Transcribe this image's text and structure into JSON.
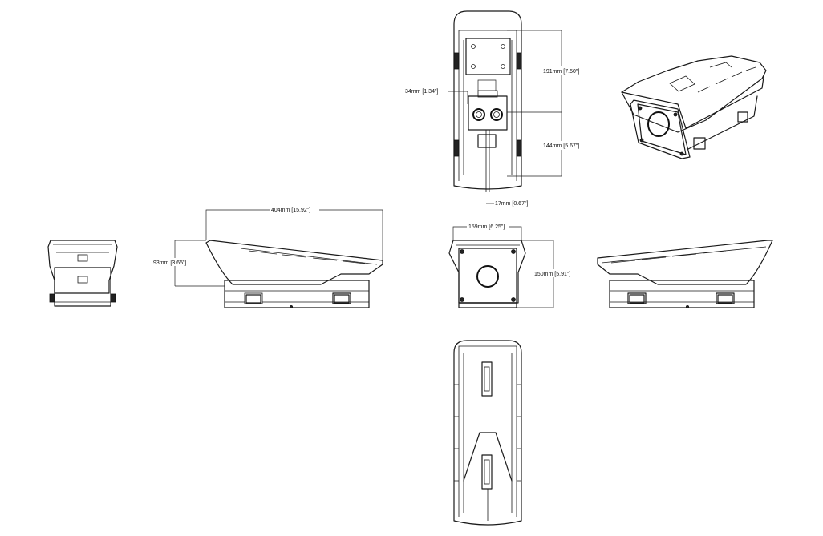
{
  "dimensions": {
    "length_404": "404mm [15.92\"]",
    "height_93": "93mm [3.65\"]",
    "rear_191": "191mm [7.50\"]",
    "rear_144": "144mm [5.67\"]",
    "rear_34": "34mm [1.34\"]",
    "rear_17": "17mm [0.67\"]",
    "front_159": "159mm [6.25\"]",
    "front_150": "150mm [5.91\"]"
  }
}
